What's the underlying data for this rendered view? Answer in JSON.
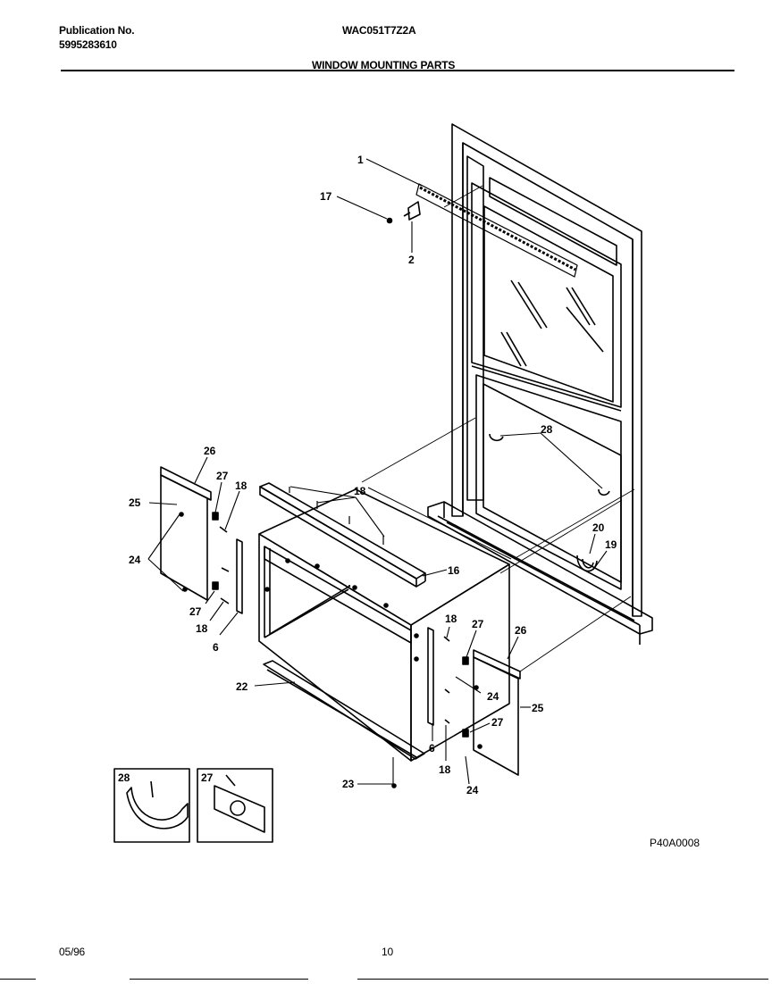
{
  "header": {
    "publication_label": "Publication No.",
    "publication_number": "5995283610",
    "model": "WAC051T7Z2A",
    "section_title": "WINDOW MOUNTING PARTS"
  },
  "callouts": {
    "c1": "1",
    "c17": "17",
    "c2": "2",
    "c26a": "26",
    "c27a": "27",
    "c18a": "18",
    "c25a": "25",
    "c24a": "24",
    "c27b": "27",
    "c18b": "18",
    "c6a": "6",
    "c18top": "18",
    "c16": "16",
    "c28": "28",
    "c20": "20",
    "c19": "19",
    "c18c": "18",
    "c27c": "27",
    "c26b": "26",
    "c24b": "24",
    "c25b": "25",
    "c27d": "27",
    "c6b": "6",
    "c18d": "18",
    "c24c": "24",
    "c22": "22",
    "c23": "23",
    "inset28": "28",
    "inset27": "27"
  },
  "figure_code": "P40A0008",
  "footer": {
    "date": "05/96",
    "page": "10"
  }
}
